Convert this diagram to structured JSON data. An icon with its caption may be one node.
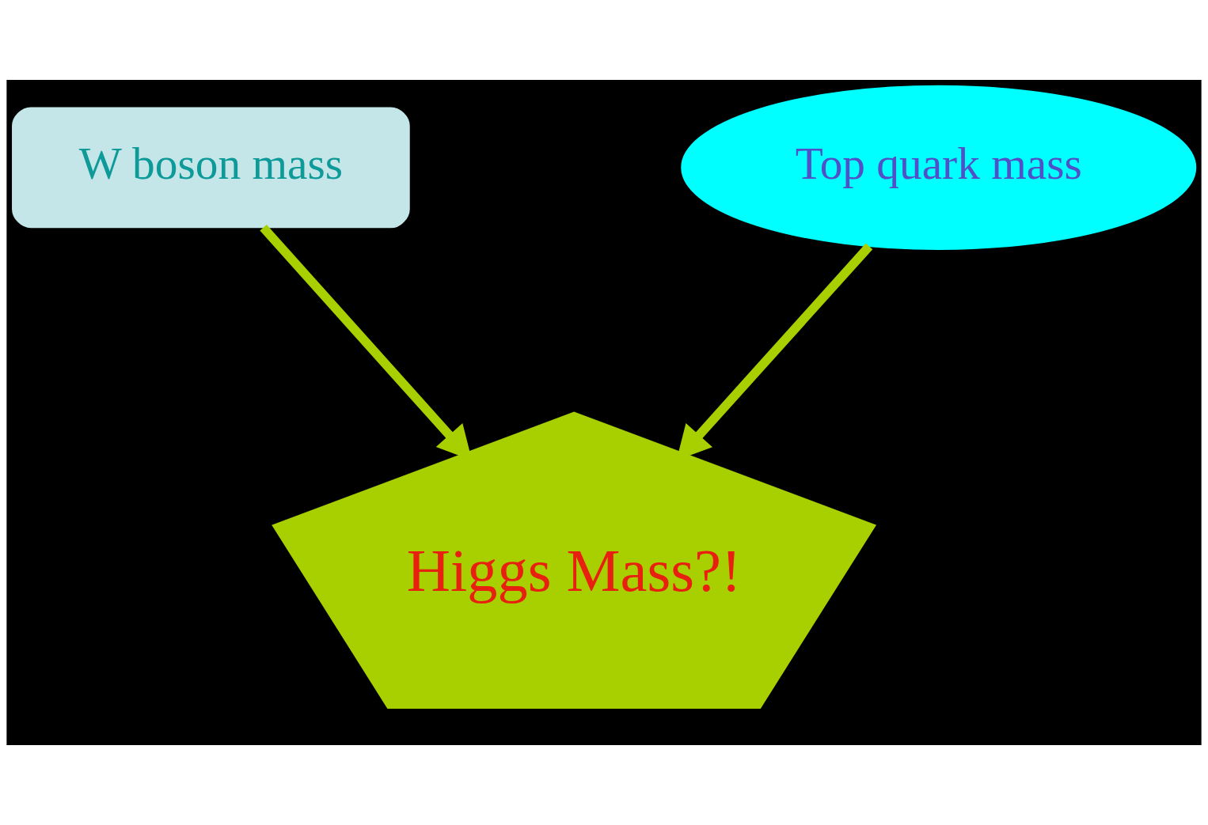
{
  "diagram": {
    "nodes": [
      {
        "text": [
          "W boson mass"
        ]
      },
      {
        "text": [
          "Top quark mass"
        ]
      },
      {
        "text": [
          "Higgs Mass?!"
        ]
      }
    ],
    "edges": [
      {
        "from": 0,
        "to": 2,
        "arrow": "to"
      },
      {
        "from": 1,
        "to": 2,
        "arrow": "to"
      }
    ]
  }
}
